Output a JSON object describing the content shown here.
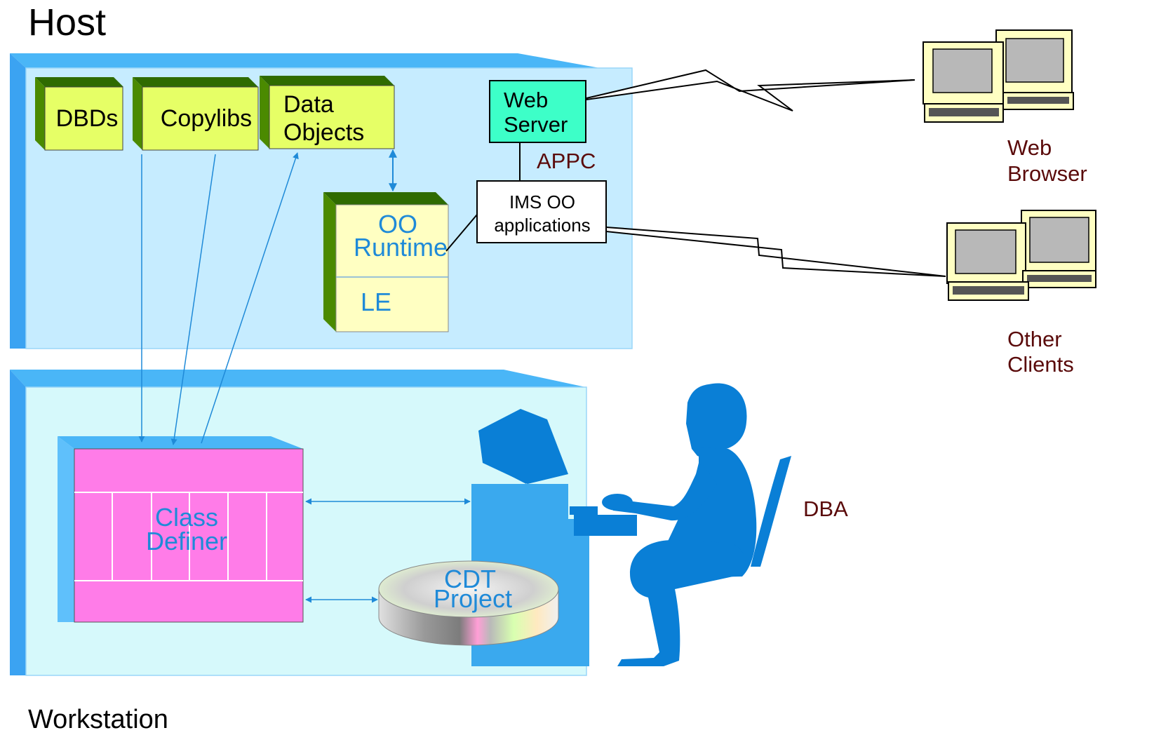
{
  "titles": {
    "host": "Host",
    "workstation": "Workstation"
  },
  "host": {
    "dbds": "DBDs",
    "copylibs": "Copylibs",
    "data_objects": [
      "Data",
      "Objects"
    ],
    "web_server": [
      "Web",
      "Server"
    ],
    "appc": "APPC",
    "ims_oo": [
      "IMS OO",
      "applications"
    ],
    "oo_runtime": [
      "OO",
      "Runtime"
    ],
    "le": "LE"
  },
  "workstation": {
    "class_definer": [
      "Class",
      "Definer"
    ],
    "cdt_project": [
      "CDT",
      "Project"
    ]
  },
  "clients": {
    "web_browser": [
      "Web",
      "Browser"
    ],
    "other_clients": [
      "Other",
      "Clients"
    ]
  },
  "dba": "DBA",
  "colors": {
    "container_fill": "#c6ecff",
    "container_edge": "#3ba3f2",
    "workstation_fill": "#d6f9fb",
    "module_face": "#e6ff66",
    "module_side": "#4b8a00",
    "web_server": "#3dffc8",
    "runtime_face": "#ffffc2",
    "class_definer": "#ff7ce8",
    "silhouette": "#0a7fd6",
    "blue_text": "#1f8ad8",
    "dark_red_text": "#5a0a0a"
  }
}
